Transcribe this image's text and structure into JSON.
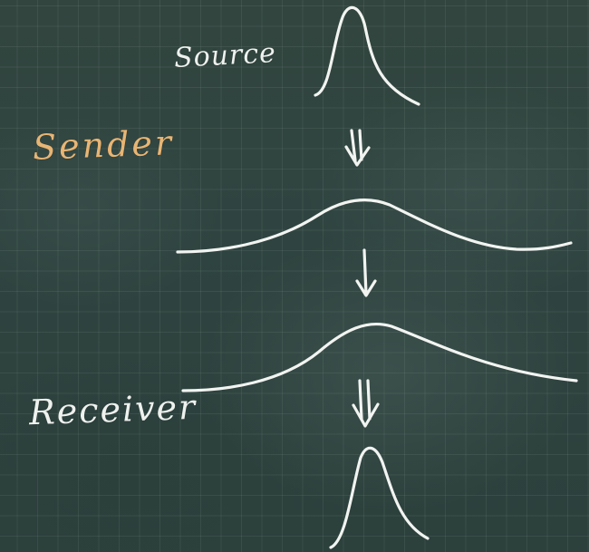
{
  "labels": {
    "source": "Source",
    "sender": "Sender",
    "receiver": "Receiver"
  },
  "colors": {
    "board": "#2c403d",
    "chalk_white": "#f2f4f1",
    "chalk_orange": "#e8b574"
  }
}
